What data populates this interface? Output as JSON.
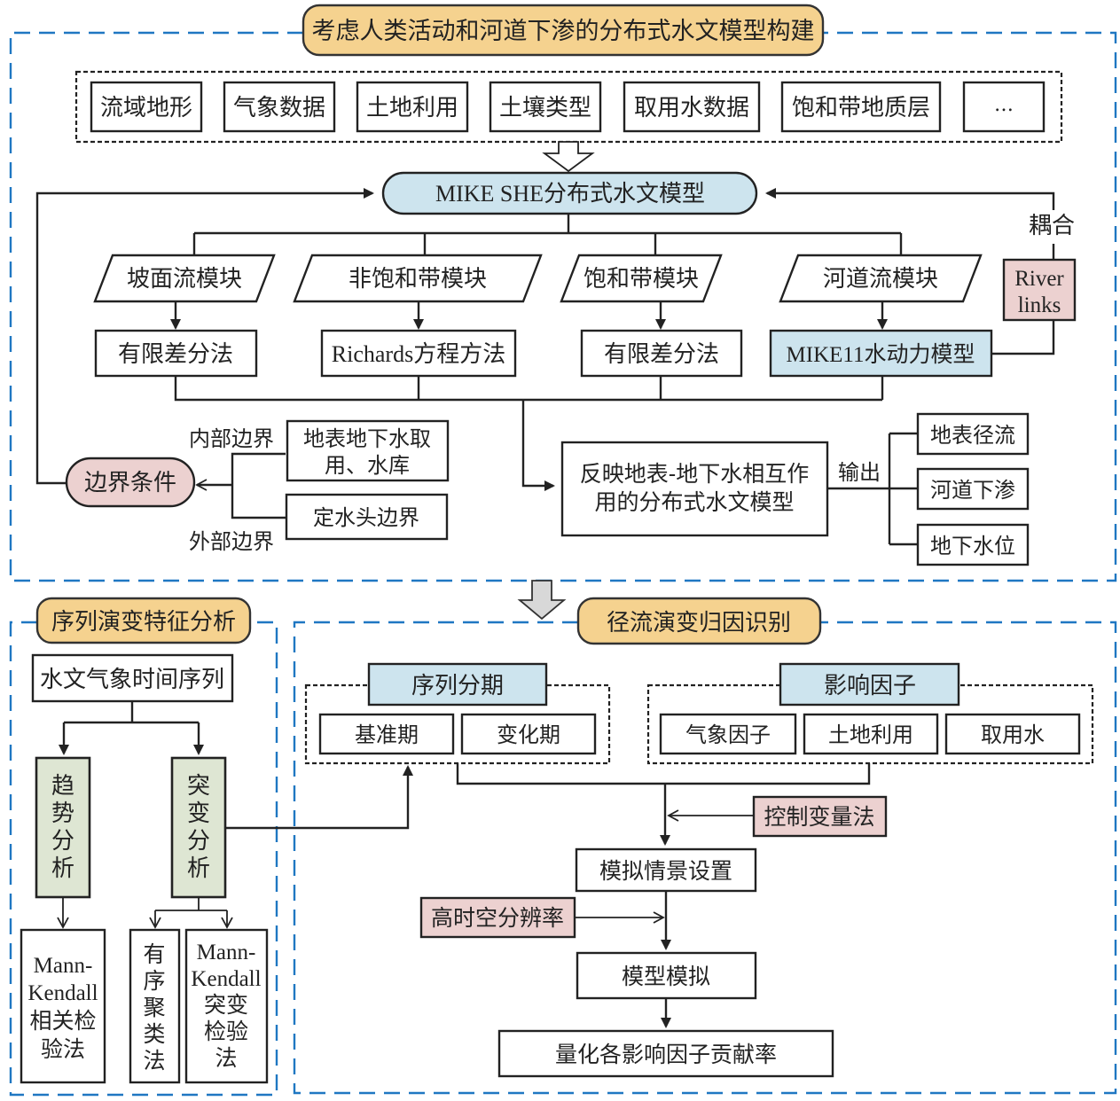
{
  "section_top": {
    "title": "考虑人类活动和河道下渗的分布式水文模型构建",
    "inputs": [
      "流域地形",
      "气象数据",
      "土地利用",
      "土壤类型",
      "取用水数据",
      "饱和带地质层",
      "…"
    ],
    "core_model": "MIKE SHE分布式水文模型",
    "coupling_label": "耦合",
    "river_links": [
      "River",
      "links"
    ],
    "modules": [
      "坡面流模块",
      "非饱和带模块",
      "饱和带模块",
      "河道流模块"
    ],
    "methods": [
      "有限差分法",
      "Richards方程方法",
      "有限差分法",
      "MIKE11水动力模型"
    ],
    "boundary": {
      "label": "边界条件",
      "internal_label": "内部边界",
      "external_label": "外部边界",
      "internal_box": [
        "地表地下水取",
        "用、水库"
      ],
      "external_box": "定水头边界"
    },
    "result_model": [
      "反映地表-地下水相互作",
      "用的分布式水文模型"
    ],
    "output_label": "输出",
    "outputs": [
      "地表径流",
      "河道下渗",
      "地下水位"
    ]
  },
  "section_left": {
    "title": "序列演变特征分析",
    "series_box": "水文气象时间序列",
    "trend": [
      "趋",
      "势",
      "分",
      "析"
    ],
    "mutation": [
      "突",
      "变",
      "分",
      "析"
    ],
    "mk_trend": [
      "Mann-",
      "Kendall",
      "相关检",
      "验法"
    ],
    "ordered_cluster": [
      "有",
      "序",
      "聚",
      "类",
      "法"
    ],
    "mk_mutation": [
      "Mann-",
      "Kendall",
      "突变",
      "检验",
      "法"
    ]
  },
  "section_right": {
    "title": "径流演变归因识别",
    "period_header": "序列分期",
    "periods": [
      "基准期",
      "变化期"
    ],
    "factor_header": "影响因子",
    "factors": [
      "气象因子",
      "土地利用",
      "取用水"
    ],
    "control_method": "控制变量法",
    "scenario": "模拟情景设置",
    "resolution": "高时空分辨率",
    "simulation": "模型模拟",
    "quantify": "量化各影响因子贡献率"
  }
}
